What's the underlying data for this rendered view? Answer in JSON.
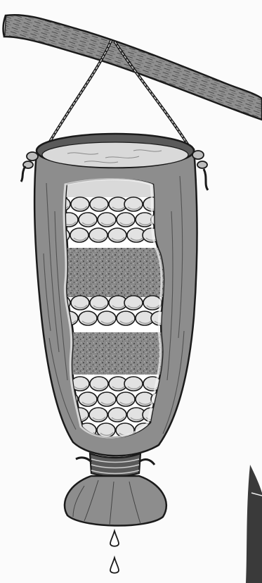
{
  "illustration": {
    "subject": "hanging-cloth-water-filter",
    "colors": {
      "ink": "#1a1a1a",
      "cloth": "#8d8d8d",
      "cloth_dark": "#6f6f6f",
      "cloth_light": "#a6a6a6",
      "stone": "#e2e2e2",
      "stone_shadow": "#9a9a9a",
      "sand": "#7a7a7a",
      "water": "#d9d9d9",
      "branch": "#8a8a8a",
      "background": "#fbfbfb"
    },
    "layers": [
      {
        "name": "water"
      },
      {
        "name": "stones"
      },
      {
        "name": "sand"
      },
      {
        "name": "stones"
      },
      {
        "name": "sand"
      },
      {
        "name": "stones"
      }
    ],
    "drips": 2
  }
}
